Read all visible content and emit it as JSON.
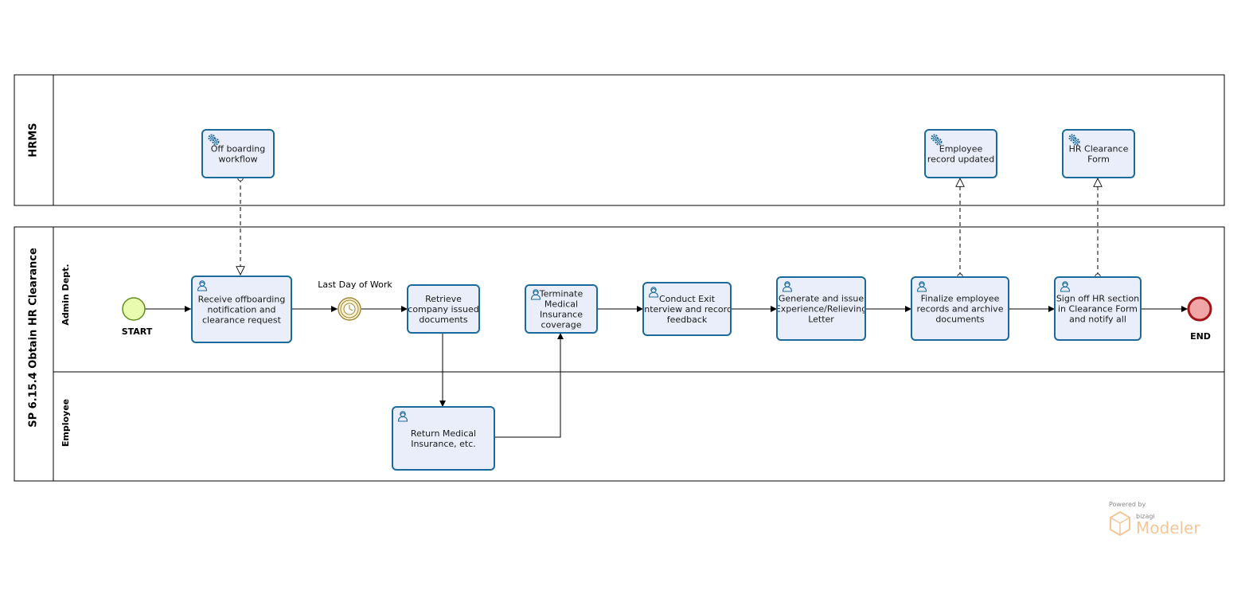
{
  "pools": {
    "hrms": {
      "title": "HRMS"
    },
    "process": {
      "title": "SP 6.15.4 Obtain HR Clearance",
      "lanes": {
        "admin": "Admin Dept.",
        "employee": "Employee"
      }
    }
  },
  "events": {
    "start": "START",
    "end": "END",
    "timer": "Last Day of Work"
  },
  "tasks": {
    "offboarding_workflow": [
      "Off boarding",
      "workflow"
    ],
    "employee_record_updated": [
      "Employee",
      "record updated"
    ],
    "hr_clearance_form": [
      "HR Clearance",
      "Form"
    ],
    "receive_offboarding": [
      "Receive offboarding",
      "notification and",
      "clearance request"
    ],
    "retrieve_documents": [
      "Retrieve",
      "company issued",
      "documents"
    ],
    "terminate_insurance": [
      "Terminate",
      "Medical",
      "Insurance",
      "coverage"
    ],
    "conduct_exit": [
      "Conduct Exit",
      "Interview and record",
      "feedback"
    ],
    "generate_letter": [
      "Generate and issue",
      "Experience/Relieving",
      "Letter"
    ],
    "finalize_records": [
      "Finalize employee",
      "records and archive",
      "documents"
    ],
    "sign_off": [
      "Sign off HR section",
      "in Clearance Form",
      "and notify all"
    ],
    "return_insurance": [
      "Return Medical",
      "Insurance, etc."
    ]
  },
  "watermark": {
    "powered_by": "Powered by",
    "brand": "bizagi",
    "product": "Modeler"
  },
  "colors": {
    "task_fill": "#eaeefb",
    "task_stroke": "#1c6a99",
    "start_fill": "#e9fbae",
    "start_stroke": "#5f8f1f",
    "end_fill": "#f0a6a6",
    "end_stroke": "#a31418",
    "timer_stroke": "#a08a3c",
    "timer_fill": "#f8f1d0",
    "line": "#000000"
  }
}
